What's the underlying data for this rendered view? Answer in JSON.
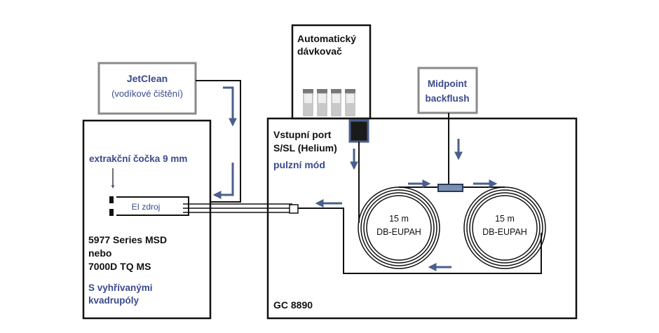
{
  "colors": {
    "accent_text": "#3a4a8c",
    "arrow": "#4a5f8c",
    "box_gray": "#8a8a8a",
    "line": "#111111"
  },
  "jetclean": {
    "title": "JetClean",
    "subtitle": "(vodíkové čištění)"
  },
  "autosampler": {
    "line1": "Automatický",
    "line2": "dávkovač"
  },
  "midpoint": {
    "line1": "Midpoint",
    "line2": "backflush"
  },
  "msd": {
    "lens_label": "extrakční čočka 9 mm",
    "source_label": "EI zdroj",
    "model_line1": "5977 Series MSD",
    "model_line2": "nebo",
    "model_line3": "7000D TQ MS",
    "heated_line1": "S vyhřívanými",
    "heated_line2": "kvadrupóly"
  },
  "gc": {
    "inlet_line1": "Vstupní port",
    "inlet_line2": "S/SL (Helium)",
    "pulse_mode": "pulzní mód",
    "name": "GC 8890"
  },
  "columns": [
    {
      "length": "15 m",
      "phase": "DB-EUPAH"
    },
    {
      "length": "15 m",
      "phase": "DB-EUPAH"
    }
  ]
}
